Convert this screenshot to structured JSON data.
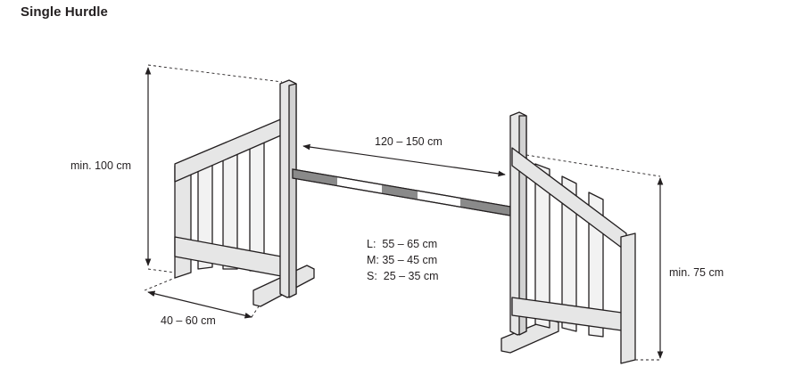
{
  "title": "Single Hurdle",
  "labels": {
    "height_left": "min. 100 cm",
    "height_right": "min. 75 cm",
    "width": "120 – 150 cm",
    "depth": "40 – 60 cm",
    "size_l": "L:  55 – 65 cm",
    "size_m": "M: 35 – 45 cm",
    "size_s": "S:  25 – 35 cm"
  }
}
